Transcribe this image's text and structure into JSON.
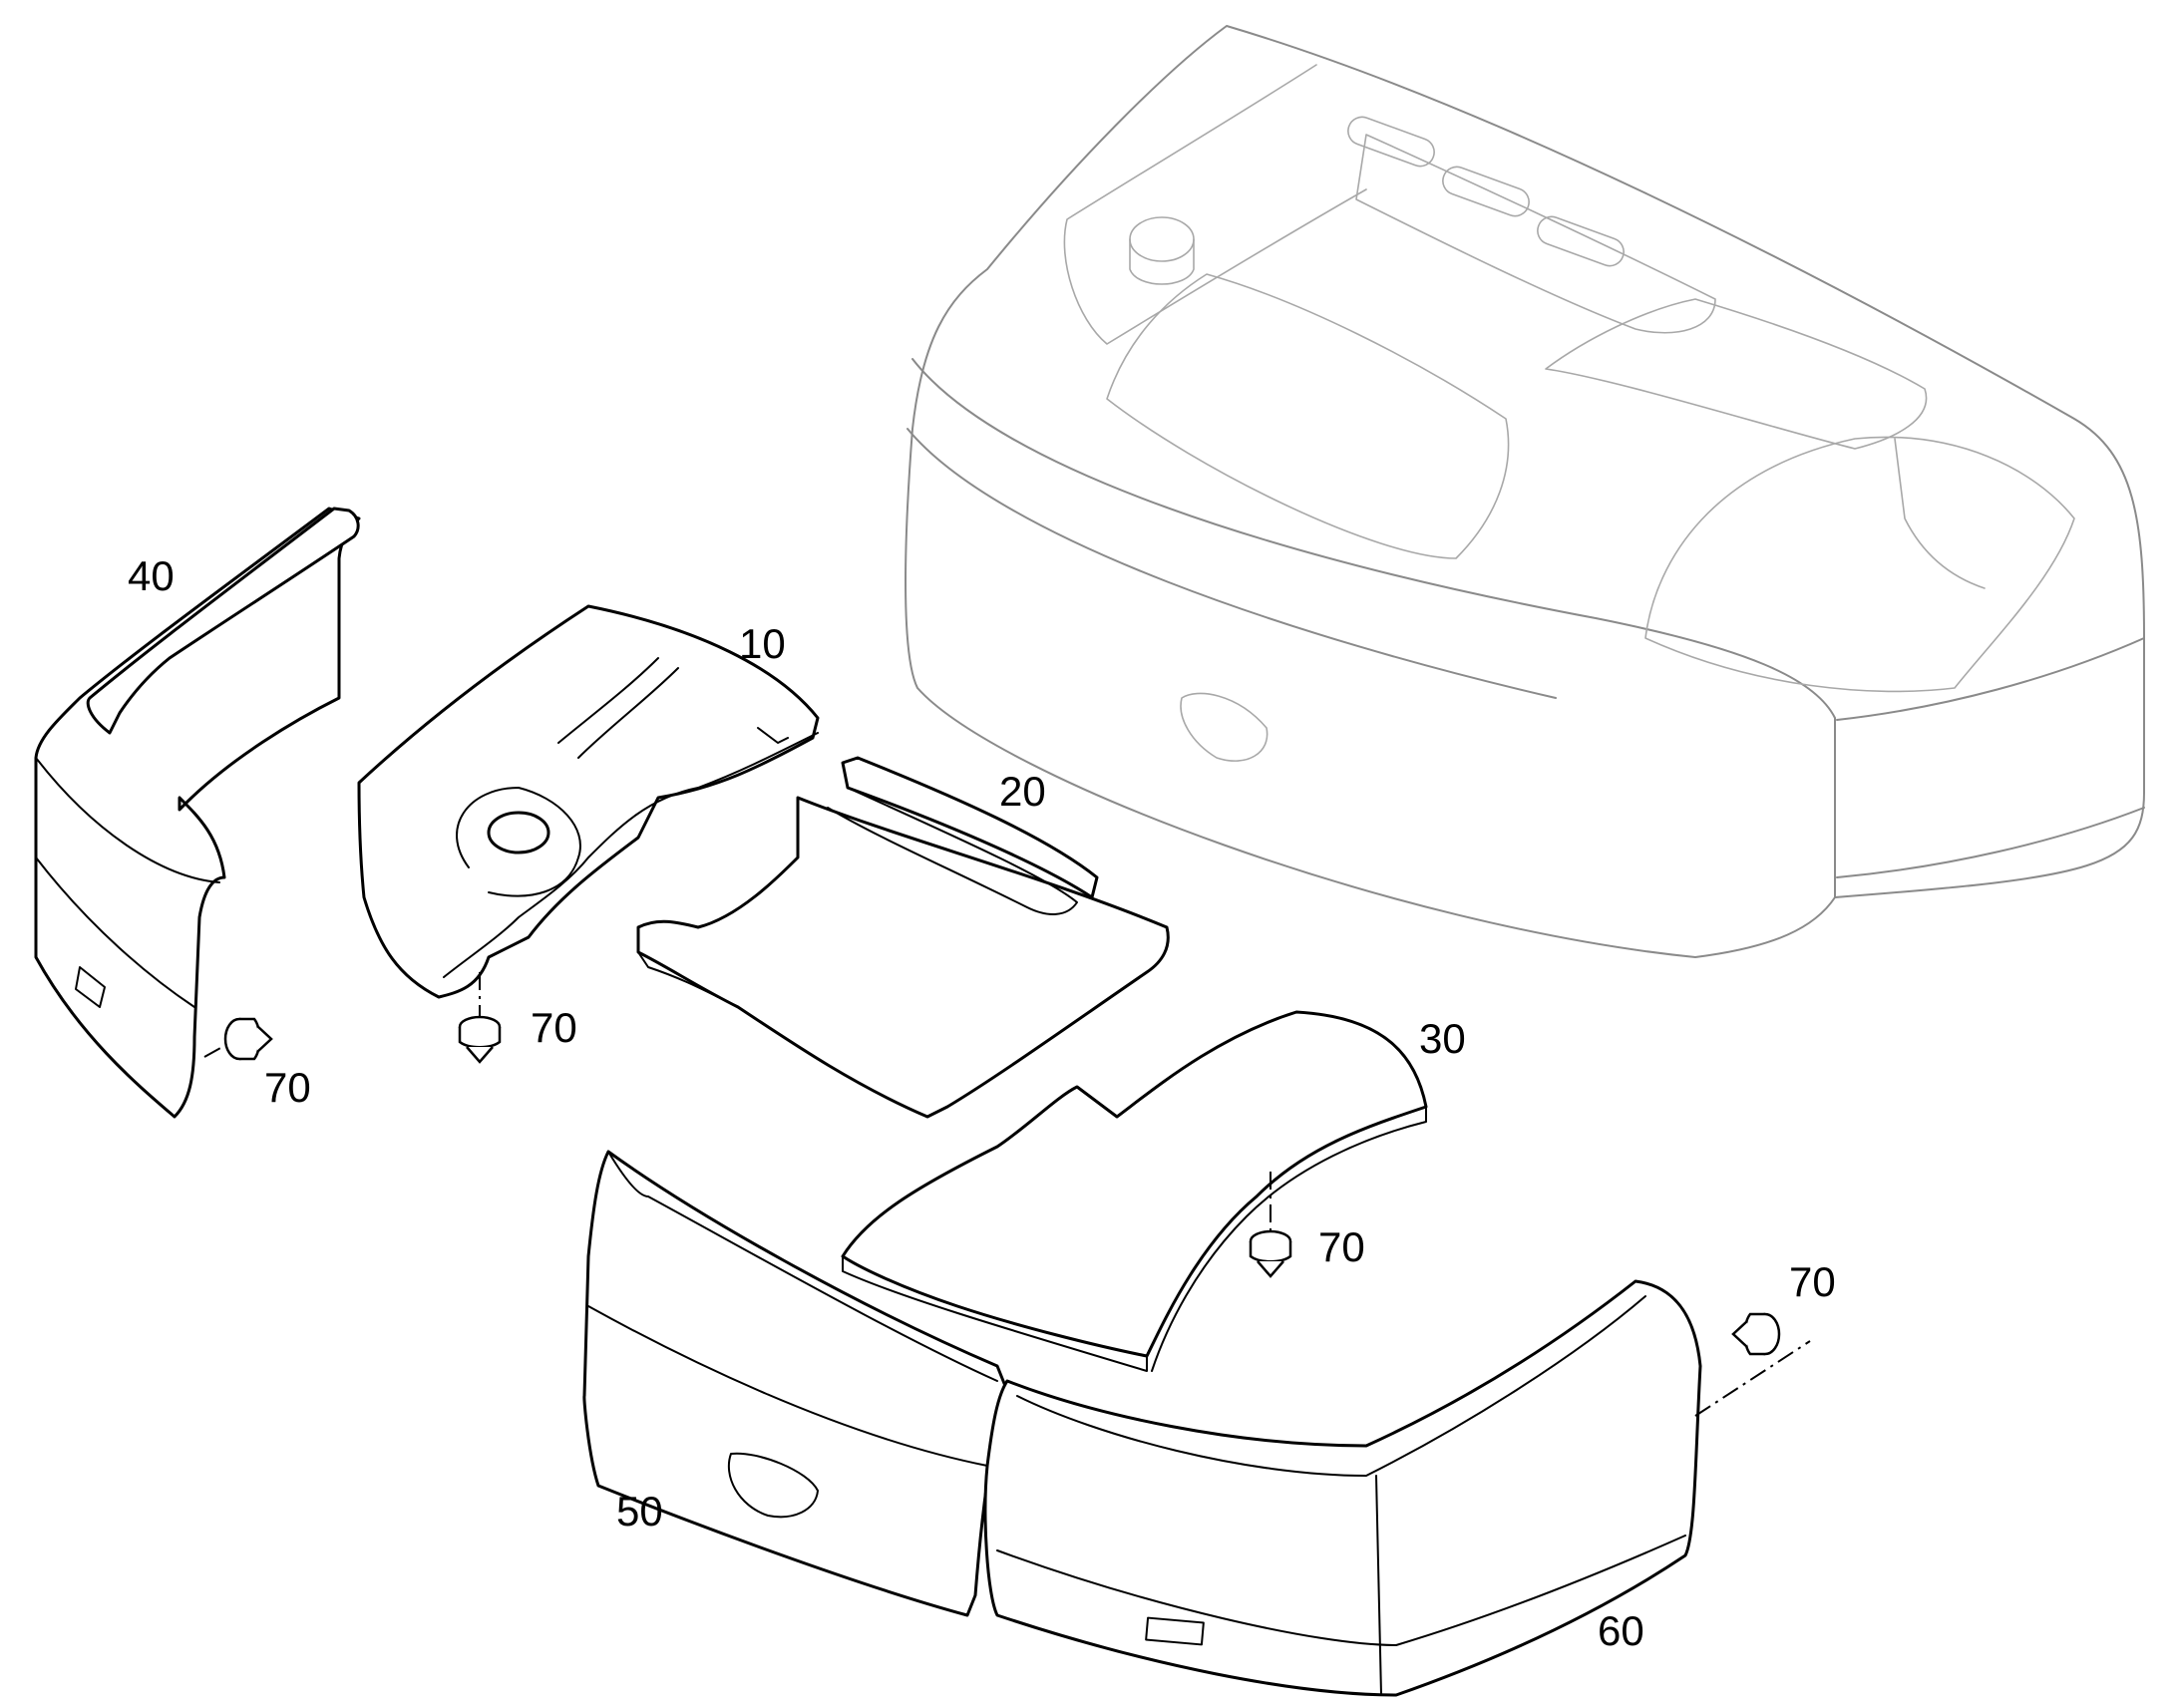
{
  "callouts": {
    "part_10": "10",
    "part_20": "20",
    "part_30": "30",
    "part_40": "40",
    "part_50": "50",
    "part_60": "60",
    "clip_a": "70",
    "clip_b": "70",
    "clip_c": "70",
    "clip_d": "70"
  },
  "colors": {
    "line": "#000000",
    "ghost_line": "#8a8a8a",
    "background": "#ffffff"
  }
}
